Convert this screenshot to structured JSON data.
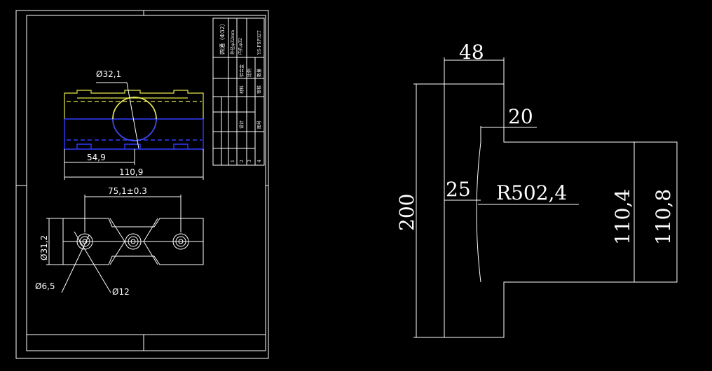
{
  "drawing_sheet": {
    "title_block": {
      "title": "四通（Φ32）",
      "code": "YS-FSP32T",
      "note_lines": [
        "外径φ32mm",
        "内孔φ32"
      ],
      "cells": [
        "铝合金",
        "1",
        "2",
        "3",
        "4",
        "比例",
        "数量",
        "材料",
        "审核",
        "设计",
        "图号"
      ]
    },
    "part_view": {
      "dims": {
        "bore_diameter": "Ø32,1",
        "half_width": "54,9",
        "overall_width": "110,9"
      }
    },
    "bottom_view": {
      "dims": {
        "hole_spacing": "75,1±0.3",
        "height": "Ø31,2",
        "small_hole": "Ø6,5",
        "large_hole": "Ø12"
      }
    }
  },
  "profile_view": {
    "dims": {
      "top_width": "48",
      "step": "20",
      "offset": "25",
      "radius": "R502,4",
      "overall_height": "200",
      "inner_height": "110,4",
      "outer_height": "110,8"
    }
  }
}
